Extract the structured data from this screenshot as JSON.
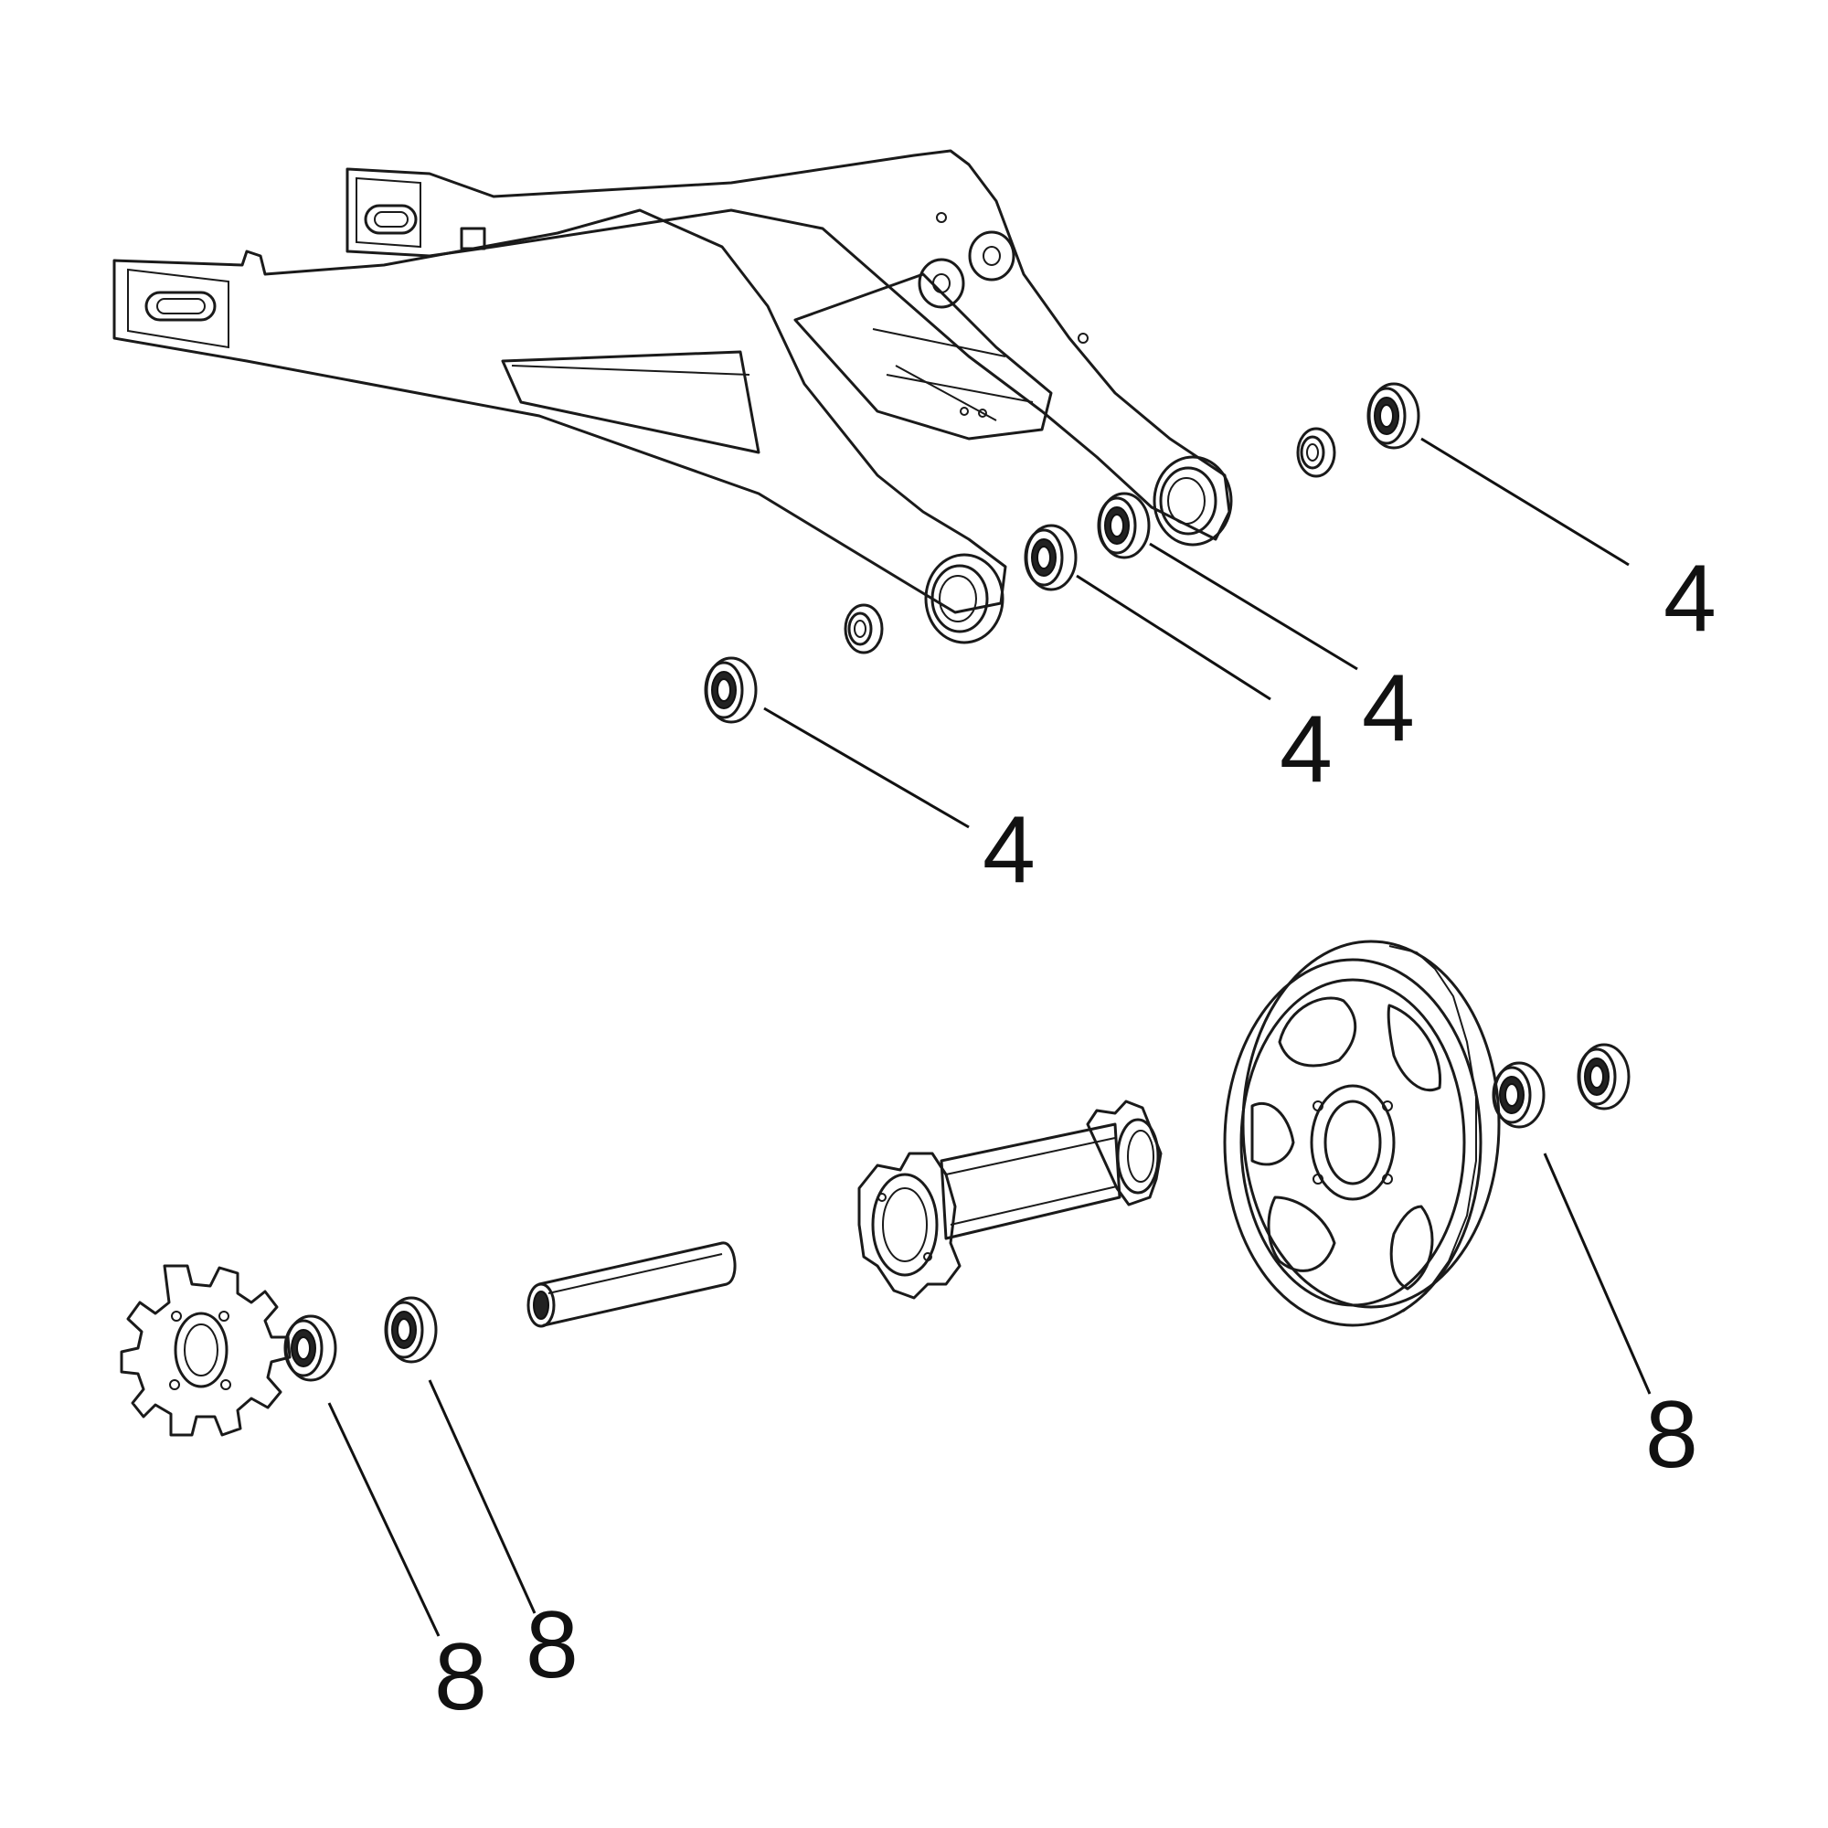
{
  "callouts": [
    {
      "text": "4"
    },
    {
      "text": "4"
    },
    {
      "text": "4"
    },
    {
      "text": "4"
    },
    {
      "text": "8"
    },
    {
      "text": "8"
    },
    {
      "text": "8"
    }
  ]
}
